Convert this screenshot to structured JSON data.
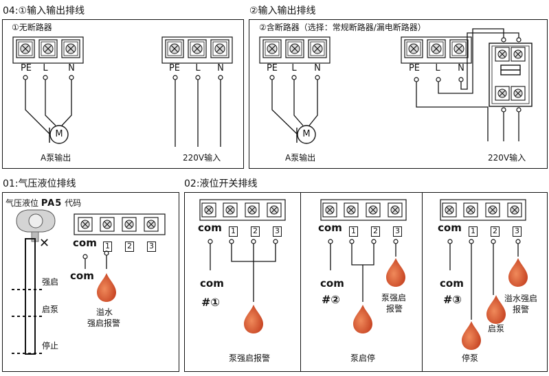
{
  "sections": {
    "top_left": {
      "title": "04:①输入输出排线",
      "subtitle": "①无断路器"
    },
    "top_right": {
      "title": "②输入输出排线",
      "subtitle": "②含断路器（选择：常规断路器/漏电断路器）"
    },
    "bottom_left": {
      "title": "01:气压液位排线",
      "subtitle": "气压液位",
      "code_word": "PA5",
      "code_suffix": "代码"
    },
    "bottom_right": {
      "title": "02:液位开关排线"
    }
  },
  "terminals": {
    "pe": "PE",
    "l": "L",
    "n": "N",
    "com": "com",
    "t1": "1",
    "t2": "2",
    "t3": "3"
  },
  "labels": {
    "motor": "M",
    "pump_out": "A泵输出",
    "input_220v": "220V输入",
    "strong_start": "强启",
    "start_pump": "启泵",
    "stop": "停止",
    "overflow_alarm_1": "溢水",
    "overflow_alarm_2": "强启报警",
    "cross": "✕"
  },
  "modes": [
    {
      "hash": "#①",
      "caption": "泵强启报警"
    },
    {
      "hash": "#②",
      "caption": "泵启停",
      "float_label_1": "泵强启",
      "float_label_2": "报警"
    },
    {
      "hash": "#③",
      "caption": "停泵",
      "float_label_start": "启泵",
      "float_label_top_1": "溢水强启",
      "float_label_top_2": "报警"
    }
  ],
  "colors": {
    "line": "#111111",
    "float_dark": "#c0391a",
    "float_light": "#f08a5b"
  }
}
